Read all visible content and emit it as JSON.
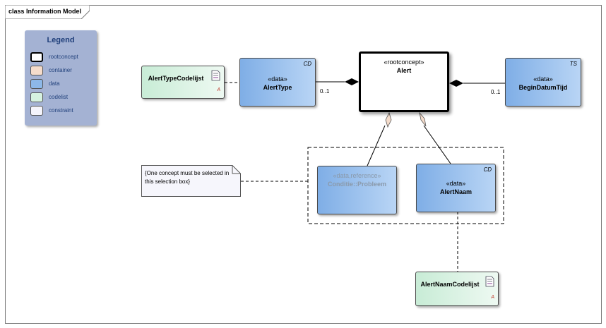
{
  "frame": {
    "title": "class Information Model"
  },
  "legend": {
    "title": "Legend",
    "items": [
      {
        "label": "rootconcept",
        "color": "#ffffff",
        "border": "#000000"
      },
      {
        "label": "container",
        "color": "#f5dccb",
        "border": "#555555"
      },
      {
        "label": "data",
        "color": "#8db8e8",
        "border": "#555555"
      },
      {
        "label": "codelist",
        "color": "#d6f2e0",
        "border": "#555555"
      },
      {
        "label": "constraint",
        "color": "#f4f4fb",
        "border": "#555555"
      }
    ]
  },
  "classes": {
    "alert": {
      "stereotype": "«rootconcept»",
      "name": "Alert"
    },
    "alerttype": {
      "stereotype": "«data»",
      "name": "AlertType",
      "tag": "CD"
    },
    "begindatumtijd": {
      "stereotype": "«data»",
      "name": "BeginDatumTijd",
      "tag": "TS"
    },
    "alerttypecodelijst": {
      "name": "AlertTypeCodelijst",
      "marker": "A"
    },
    "conditie": {
      "stereotype": "«data,reference»",
      "name": "Conditie::Probleem"
    },
    "alertnaam": {
      "stereotype": "«data»",
      "name": "AlertNaam",
      "tag": "CD"
    },
    "alertnaamcodelijst": {
      "name": "AlertNaamCodelijst",
      "marker": "A"
    }
  },
  "multiplicities": {
    "alerttype_end": "0..1",
    "begindatumtijd_end": "0..1"
  },
  "note": {
    "text": "{One concept must be selected in this selection box}"
  },
  "colors": {
    "data": "#8db8e8",
    "codelist": "#d6f2e0",
    "legend_bg": "#a4b2d3",
    "legend_text": "#1f3f7a",
    "note_bg": "#f6f6fc",
    "container_diamond": "#f5dccb"
  }
}
